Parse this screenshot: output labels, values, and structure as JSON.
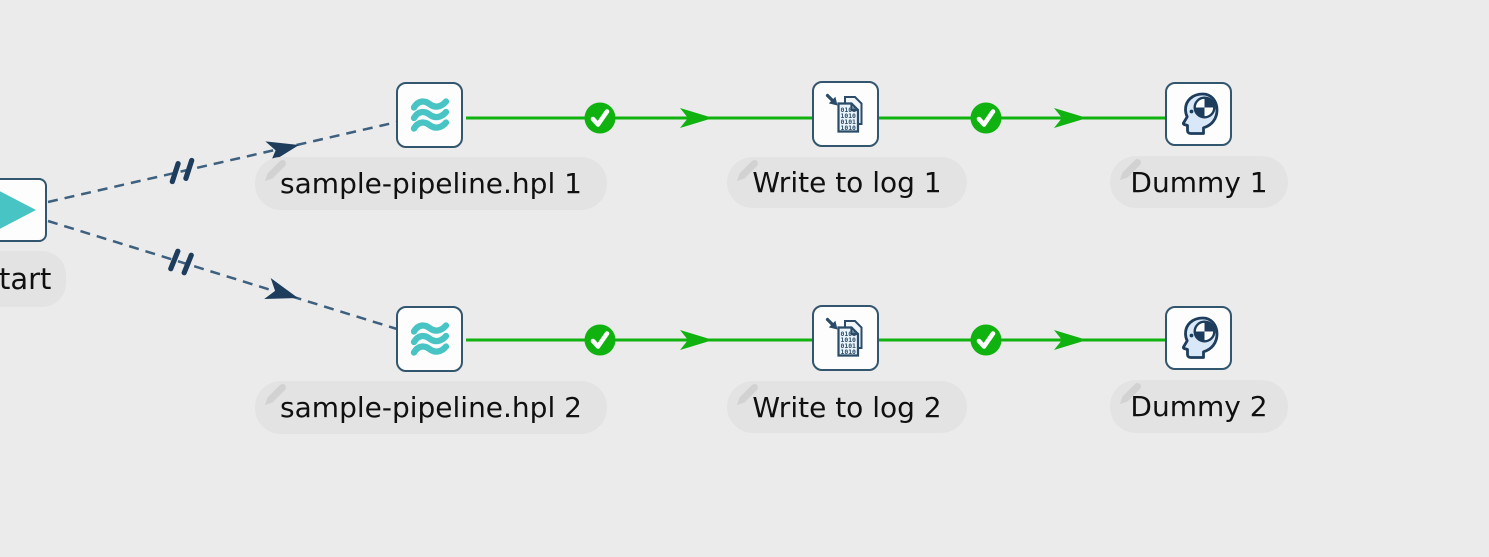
{
  "canvas": {
    "type": "workflow-graph",
    "background_color": "#ebebeb"
  },
  "colors": {
    "node_border": "#31566e",
    "node_fill": "#fdfdfd",
    "teal_accent": "#49c4c4",
    "success_green": "#10b210",
    "hop_dashed_line": "#3d607f",
    "hop_arrow_navy": "#1e3d5c",
    "label_pill_bg": "#e3e3e3",
    "label_text": "#101010",
    "icon_light_blue": "#d9e8f8"
  },
  "nodes": [
    {
      "id": "start",
      "label": "Start",
      "icon": "play-icon"
    },
    {
      "id": "pipeline-1",
      "label": "sample-pipeline.hpl 1",
      "icon": "pipeline-waves-icon"
    },
    {
      "id": "write-to-log-1",
      "label": "Write to log 1",
      "icon": "write-to-log-icon"
    },
    {
      "id": "dummy-1",
      "label": "Dummy 1",
      "icon": "dummy-head-icon"
    },
    {
      "id": "pipeline-2",
      "label": "sample-pipeline.hpl 2",
      "icon": "pipeline-waves-icon"
    },
    {
      "id": "write-to-log-2",
      "label": "Write to log 2",
      "icon": "write-to-log-icon"
    },
    {
      "id": "dummy-2",
      "label": "Dummy 2",
      "icon": "dummy-head-icon"
    }
  ],
  "hops": [
    {
      "from": "start",
      "to": "pipeline-1",
      "style": "dashed",
      "marker": "parallel"
    },
    {
      "from": "start",
      "to": "pipeline-2",
      "style": "dashed",
      "marker": "parallel"
    },
    {
      "from": "pipeline-1",
      "to": "write-to-log-1",
      "style": "solid-green",
      "marker": "success-check"
    },
    {
      "from": "write-to-log-1",
      "to": "dummy-1",
      "style": "solid-green",
      "marker": "success-check"
    },
    {
      "from": "pipeline-2",
      "to": "write-to-log-2",
      "style": "solid-green",
      "marker": "success-check"
    },
    {
      "from": "write-to-log-2",
      "to": "dummy-2",
      "style": "solid-green",
      "marker": "success-check"
    }
  ],
  "icon_art": {
    "binary_lines": [
      "0101",
      "1010",
      "0101",
      "1010"
    ]
  }
}
